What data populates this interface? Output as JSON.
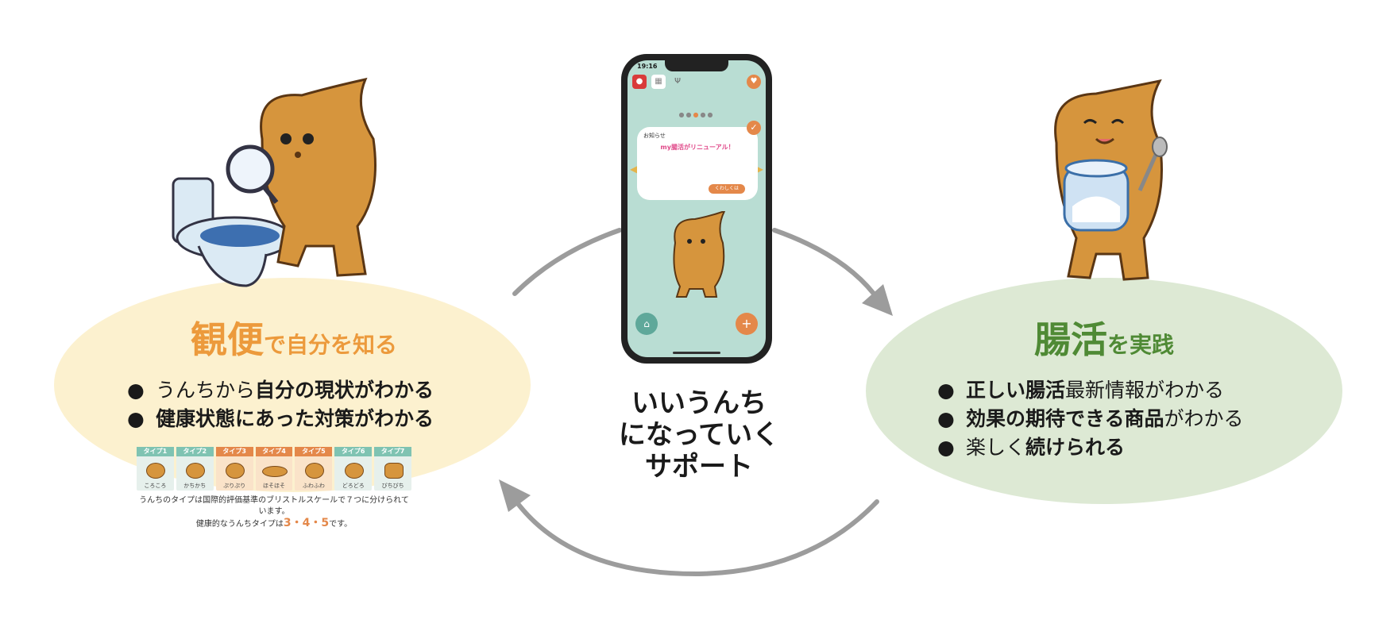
{
  "left": {
    "title_big": "観便",
    "title_small": "で自分を知る",
    "bullets": [
      {
        "plain": "うんちから",
        "bold": "自分の現状がわかる"
      },
      {
        "plain": "",
        "bold": "健康状態にあった対策がわかる"
      }
    ],
    "stool_types": [
      {
        "label": "タイプ1",
        "name": "ころころ"
      },
      {
        "label": "タイプ2",
        "name": "かちかち"
      },
      {
        "label": "タイプ3",
        "name": "ぷりぷり"
      },
      {
        "label": "タイプ4",
        "name": "ほそほそ"
      },
      {
        "label": "タイプ5",
        "name": "ふわふわ"
      },
      {
        "label": "タイプ6",
        "name": "どろどろ"
      },
      {
        "label": "タイプ7",
        "name": "びちびち"
      }
    ],
    "stool_note_1": "うんちのタイプは国際的評価基準のブリストルスケールで７つに分けられています。",
    "stool_note_2a": "健康的なうんちタイプは",
    "stool_note_highlight": "3・4・5",
    "stool_note_2b": "です。"
  },
  "right": {
    "title_big": "腸活",
    "title_small": "を実践",
    "bullets": [
      {
        "bold": "正しい腸活",
        "plain": "最新情報がわかる"
      },
      {
        "bold": "効果の期待できる商品",
        "plain": "がわかる"
      },
      {
        "plain": "楽しく",
        "bold": "続けられる"
      }
    ]
  },
  "center": {
    "line1": "いいうんち",
    "line2": "になっていく",
    "line3": "サポート"
  },
  "phone": {
    "time": "19:16",
    "notice_label": "お知らせ",
    "notice_headline": "my腸活がリニューアル！",
    "detail_button": "くわしくは"
  },
  "colors": {
    "left_accent": "#ec9a3c",
    "right_accent": "#4f8a35",
    "left_bg": "#fcf1cf",
    "right_bg": "#dde9d4",
    "arrow": "#9c9c9c"
  }
}
